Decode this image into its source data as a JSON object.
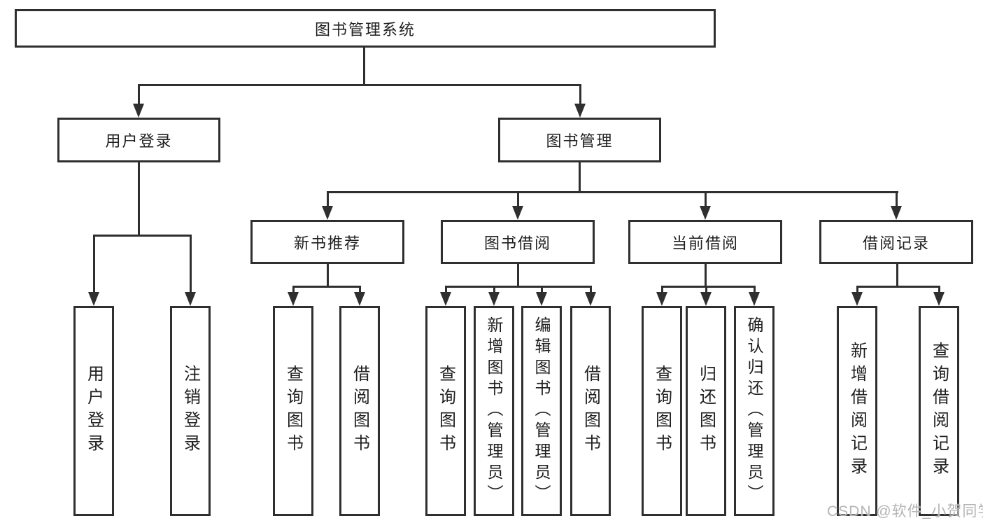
{
  "diagram": {
    "root": {
      "label": "图书管理系统"
    },
    "login": {
      "label": "用户登录",
      "children": [
        {
          "label": "用户登录"
        },
        {
          "label": "注销登录"
        }
      ]
    },
    "management": {
      "label": "图书管理",
      "groups": [
        {
          "label": "新书推荐",
          "children": [
            {
              "label": "查询图书"
            },
            {
              "label": "借阅图书"
            }
          ]
        },
        {
          "label": "图书借阅",
          "children": [
            {
              "label": "查询图书"
            },
            {
              "label": "新增图书（管理员）"
            },
            {
              "label": "编辑图书（管理员）"
            },
            {
              "label": "借阅图书"
            }
          ]
        },
        {
          "label": "当前借阅",
          "children": [
            {
              "label": "查询图书"
            },
            {
              "label": "归还图书"
            },
            {
              "label": "确认归还（管理员）"
            }
          ]
        },
        {
          "label": "借阅记录",
          "children": [
            {
              "label": "新增借阅记录"
            },
            {
              "label": "查询借阅记录"
            }
          ]
        }
      ]
    }
  },
  "watermark": {
    "text": "CSDN @软件_小贺同学"
  }
}
